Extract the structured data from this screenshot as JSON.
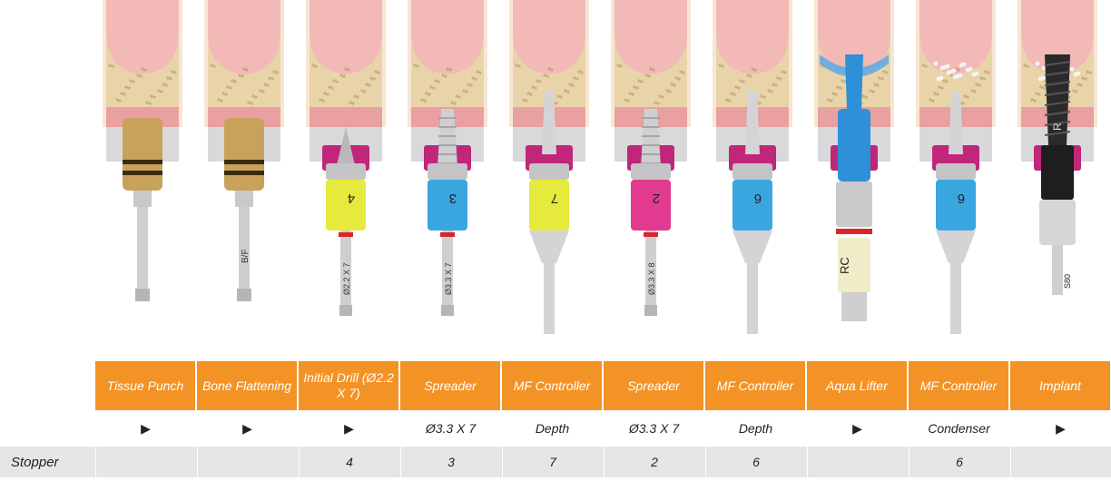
{
  "steps": [
    {
      "name": "Tissue Punch",
      "spec": "▶",
      "stopper": "",
      "tool": "punch",
      "label": "",
      "band": "",
      "shaft": ""
    },
    {
      "name": "Bone Flattening",
      "spec": "▶",
      "stopper": "",
      "tool": "flatten",
      "label": "",
      "band": "",
      "shaft": "B/F"
    },
    {
      "name": "Initial Drill (Ø2.2 X 7)",
      "spec": "▶",
      "stopper": "4",
      "tool": "drill",
      "label": "4",
      "band": "#e6ea3c",
      "shaft": "Ø2.2 X 7"
    },
    {
      "name": "Spreader",
      "spec": "Ø3.3 X 7",
      "stopper": "3",
      "tool": "spreader",
      "label": "3",
      "band": "#3aa6e0",
      "shaft": "Ø3.3 X 7"
    },
    {
      "name": "MF Controller",
      "spec": "Depth",
      "stopper": "7",
      "tool": "controller",
      "label": "7",
      "band": "#e6ea3c",
      "shaft": ""
    },
    {
      "name": "Spreader",
      "spec": "Ø3.3 X 7",
      "stopper": "2",
      "tool": "spreader",
      "label": "2",
      "band": "#e23a8e",
      "shaft": "Ø3.3 X 8"
    },
    {
      "name": "MF Controller",
      "spec": "Depth",
      "stopper": "6",
      "tool": "controller",
      "label": "6",
      "band": "#3aa6e0",
      "shaft": ""
    },
    {
      "name": "Aqua Lifter",
      "spec": "▶",
      "stopper": "",
      "tool": "aqua",
      "label": "RC",
      "band": "#2f8fd8",
      "shaft": ""
    },
    {
      "name": "MF Controller",
      "spec": "Condenser",
      "stopper": "6",
      "tool": "condenser",
      "label": "6",
      "band": "#3aa6e0",
      "shaft": ""
    },
    {
      "name": "Implant",
      "spec": "▶",
      "stopper": "",
      "tool": "implant",
      "label": "R",
      "band": "#222222",
      "shaft": "S80"
    }
  ],
  "row_label": "Stopper",
  "colors": {
    "header": "#f39325",
    "gum": "#f2b9b6",
    "bone": "#e8d4a8",
    "socket": "#e8a0a0",
    "magenta": "#c0267a",
    "gold": "#c8a25a"
  }
}
